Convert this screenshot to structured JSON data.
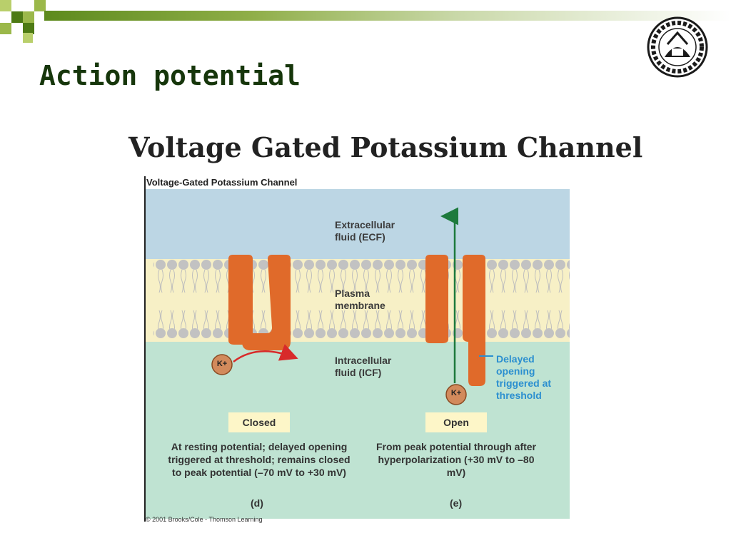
{
  "slide": {
    "title": "Action potential"
  },
  "logo": {
    "icon": "university-seal-icon"
  },
  "figure": {
    "heading": "Voltage Gated Potassium Channel",
    "panel_title": "Voltage-Gated Potassium Channel",
    "labels": {
      "ecf": "Extracellular fluid (ECF)",
      "plasma": "Plasma membrane",
      "icf": "Intracellular fluid (ICF)",
      "delayed": "Delayed opening triggered at threshold"
    },
    "ion": "K+",
    "closed": {
      "state": "Closed",
      "description": "At resting potential; delayed opening triggered at threshold; remains closed to peak potential (–70 mV to +30 mV)",
      "panel": "(d)"
    },
    "open": {
      "state": "Open",
      "description": "From peak potential through after hyperpolarization (+30 mV to –80 mV)",
      "panel": "(e)"
    },
    "credit": "© 2001 Brooks/Cole - Thomson Learning",
    "colors": {
      "ecf": "#bcd6e4",
      "membrane": "#f7f0c6",
      "icf": "#bfe3d2",
      "channel": "#e06a2a",
      "ion": "#d28a5c",
      "arrow_closed": "#d82a2a",
      "arrow_open": "#1d7a3c",
      "delayed_text": "#2b8fd0"
    }
  }
}
